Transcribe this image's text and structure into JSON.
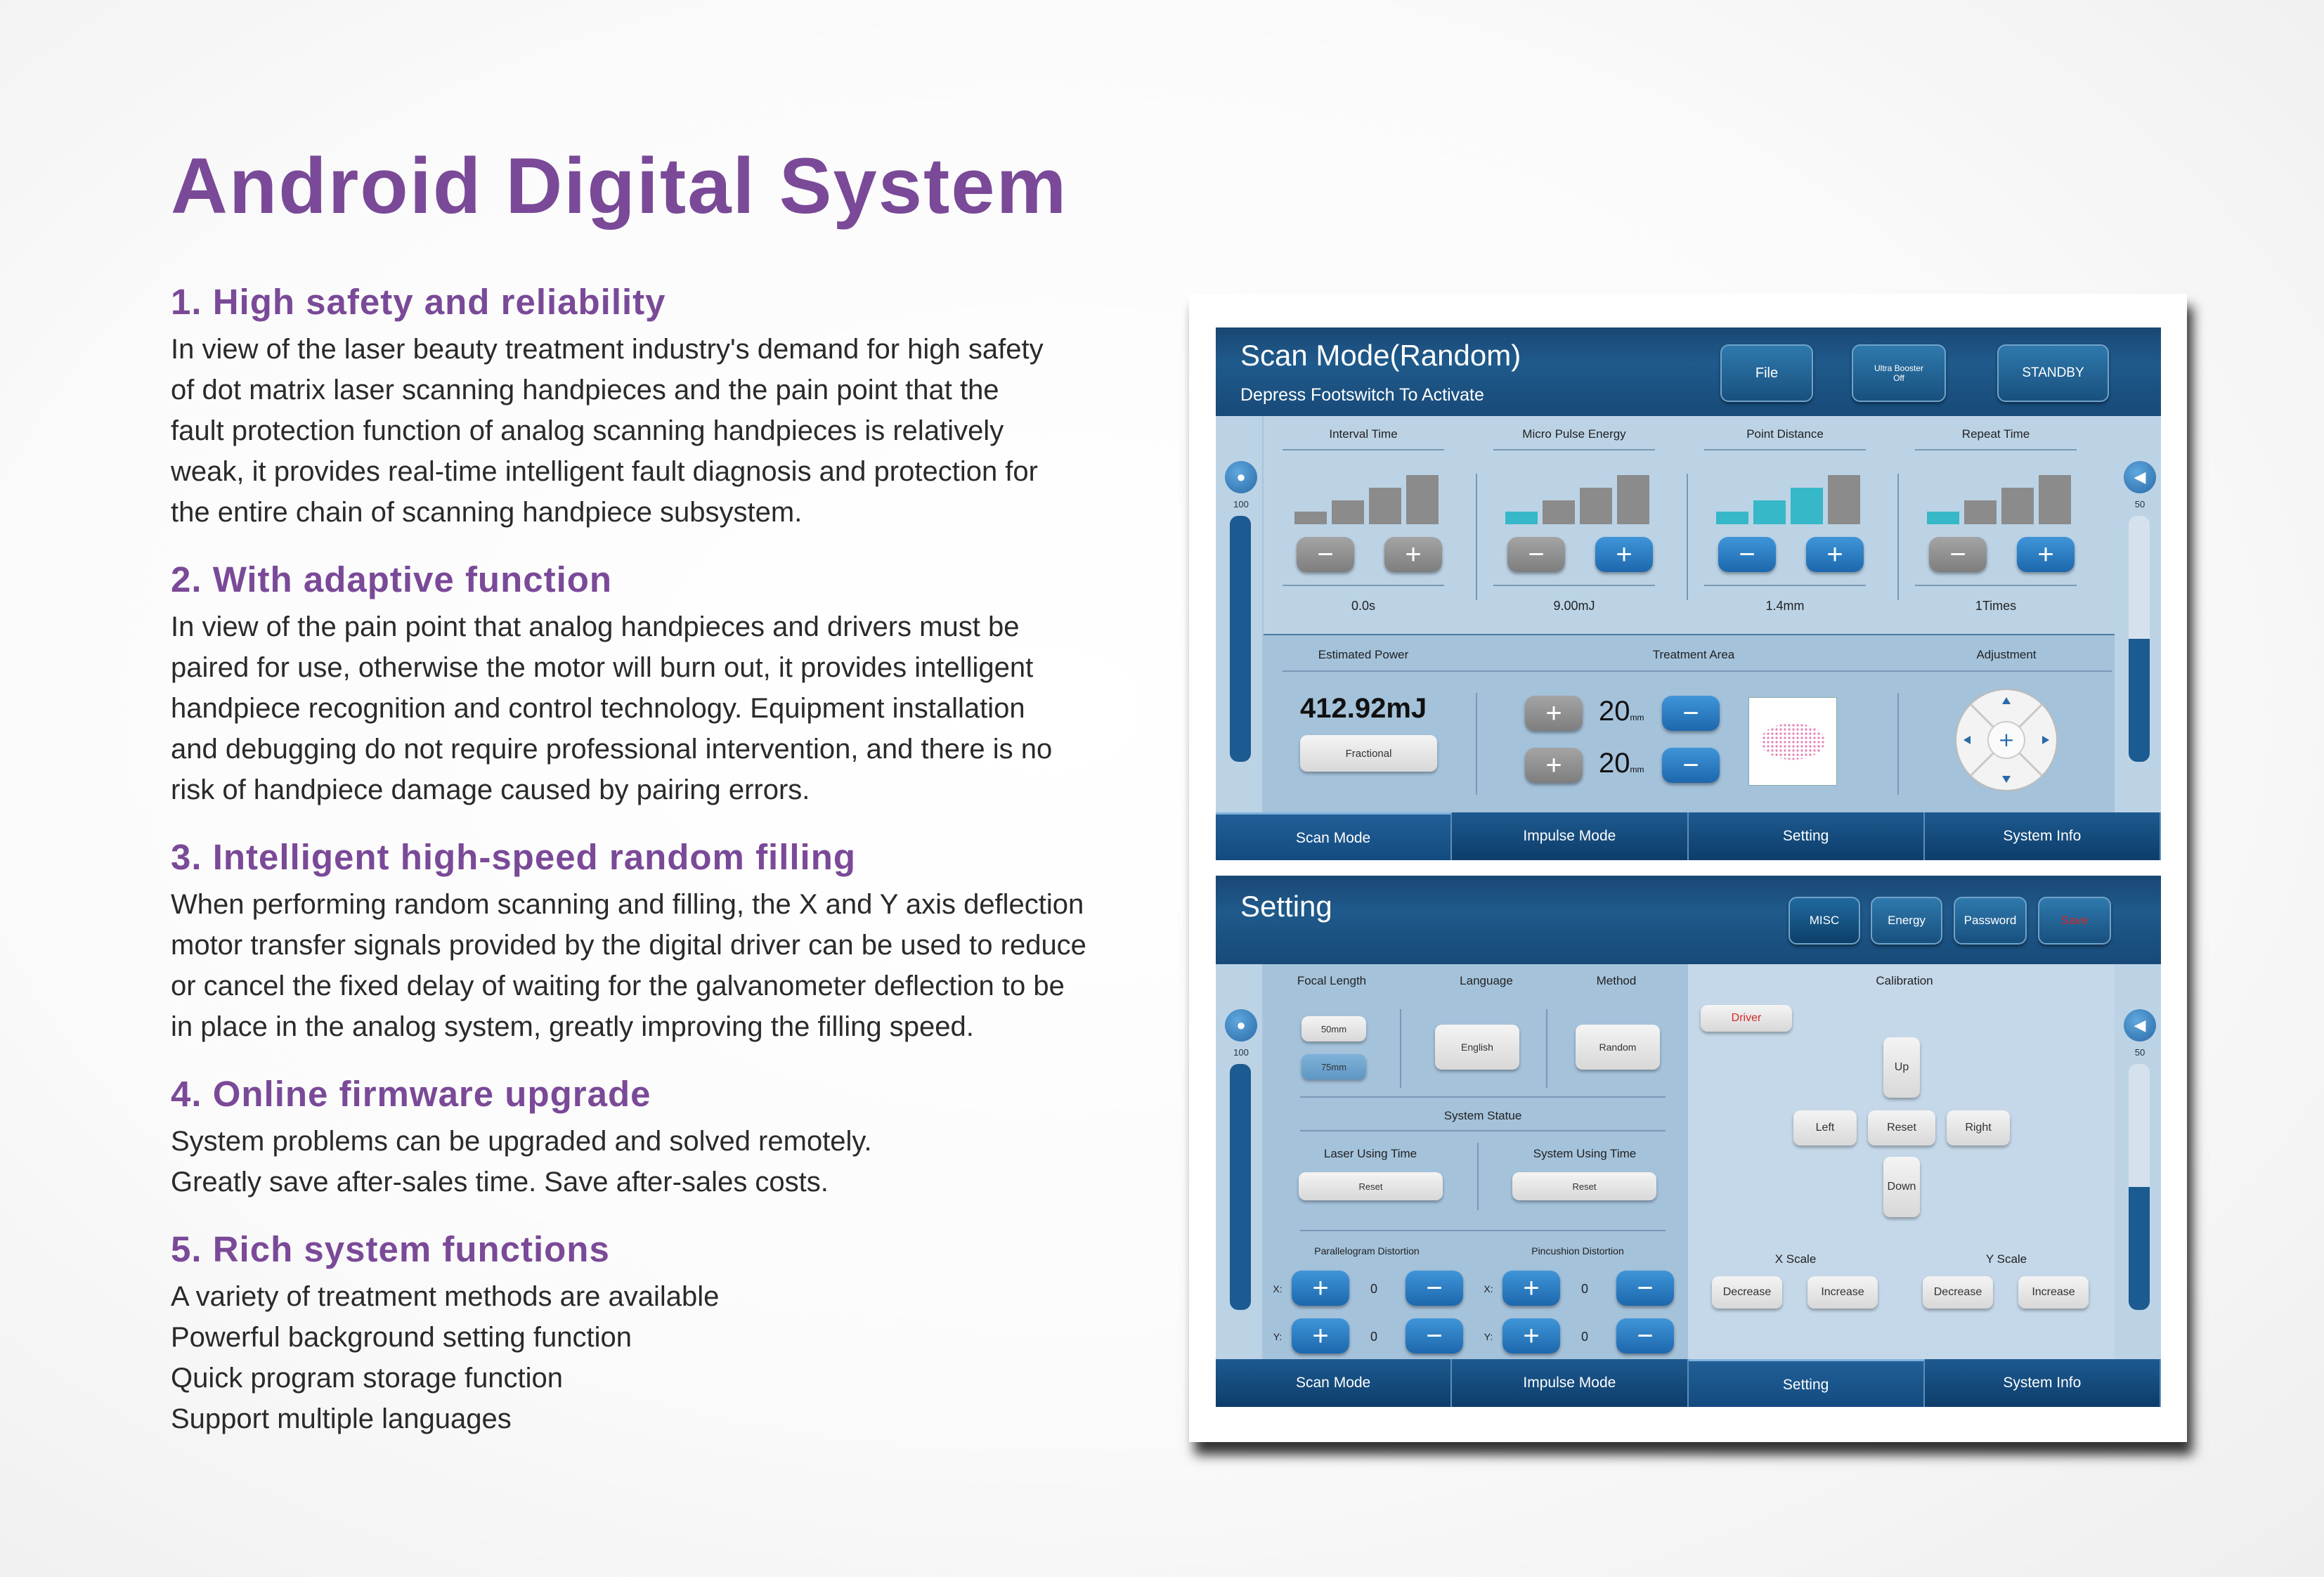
{
  "title": "Android Digital System",
  "sections": [
    {
      "heading": "1. High safety and reliability",
      "lines": [
        "In view of the laser beauty treatment industry's demand for high safety",
        "of dot matrix laser scanning handpieces and the pain point that the",
        "fault protection function of analog scanning handpieces is relatively",
        "weak, it provides real-time intelligent fault diagnosis and protection for",
        "the entire chain of scanning handpiece subsystem."
      ]
    },
    {
      "heading": "2. With adaptive function",
      "lines": [
        "In view of the pain point that analog handpieces and drivers must be",
        "paired for use, otherwise the motor will burn out, it provides intelligent",
        "handpiece recognition and control technology. Equipment installation",
        "and debugging do not require professional intervention, and there is no",
        "risk of handpiece damage caused by pairing errors."
      ]
    },
    {
      "heading": "3. Intelligent high-speed random filling",
      "lines": [
        "When performing random scanning and filling, the X and Y axis deflection",
        "motor transfer signals provided by the digital driver can be used to reduce",
        "or cancel the fixed delay of waiting for the galvanometer deflection to be",
        "in place in the analog system, greatly improving the filling speed."
      ]
    },
    {
      "heading": "4. Online firmware upgrade",
      "lines": [
        "System problems can be upgraded and solved remotely.",
        "Greatly save after-sales time. Save after-sales costs."
      ]
    },
    {
      "heading": "5. Rich system functions",
      "lines": [
        "A variety of treatment methods are available",
        "Powerful background setting function",
        "Quick program storage function",
        "Support multiple languages"
      ]
    }
  ],
  "scan_panel": {
    "title": "Scan Mode(Random)",
    "subtitle": "Depress Footswitch To Activate",
    "buttons": {
      "file": "File",
      "ultra_booster_1": "Ultra Booster",
      "ultra_booster_2": "Off",
      "standby": "STANDBY"
    },
    "params": [
      {
        "label": "Interval Time",
        "value": "0.0s",
        "level": 0
      },
      {
        "label": "Micro Pulse Energy",
        "value": "9.00mJ",
        "level": 1
      },
      {
        "label": "Point Distance",
        "value": "1.4mm",
        "level": 3
      },
      {
        "label": "Repeat Time",
        "value": "1Times",
        "level": 1
      }
    ],
    "estimated_power_label": "Estimated Power",
    "estimated_power_value": "412.92mJ",
    "fractional": "Fractional",
    "treatment_area_label": "Treatment Area",
    "area_w": "20",
    "area_h": "20",
    "unit_mm": "mm",
    "adjustment_label": "Adjustment",
    "side_left_value": "100",
    "side_right_value": "50"
  },
  "setting_panel": {
    "title": "Setting",
    "buttons": {
      "misc": "MISC",
      "energy": "Energy",
      "password": "Password",
      "save": "Save"
    },
    "focal_length_label": "Focal Length",
    "focal_options": [
      "50mm",
      "75mm"
    ],
    "language_label": "Language",
    "language_value": "English",
    "method_label": "Method",
    "method_value": "Random",
    "system_statue": "System Statue",
    "laser_using_time": "Laser Using Time",
    "system_using_time": "System Using Time",
    "reset": "Reset",
    "parallelogram": "Parallelogram Distortion",
    "pincushion": "Pincushion Distortion",
    "x_label": "X:",
    "y_label": "Y:",
    "zero": "0",
    "calibration": "Calibration",
    "driver": "Driver",
    "up": "Up",
    "left": "Left",
    "reset_btn": "Reset",
    "right": "Right",
    "down": "Down",
    "x_scale": "X Scale",
    "y_scale": "Y Scale",
    "decrease": "Decrease",
    "increase": "Increase",
    "side_left_value": "100",
    "side_right_value": "50"
  },
  "tabs": [
    "Scan Mode",
    "Impulse Mode",
    "Setting",
    "System Info"
  ],
  "colors": {
    "heading": "#7a4a98",
    "header_blue": "#1a4774",
    "panel_bg": "#a8c4dc",
    "accent_blue": "#2a78c4"
  }
}
